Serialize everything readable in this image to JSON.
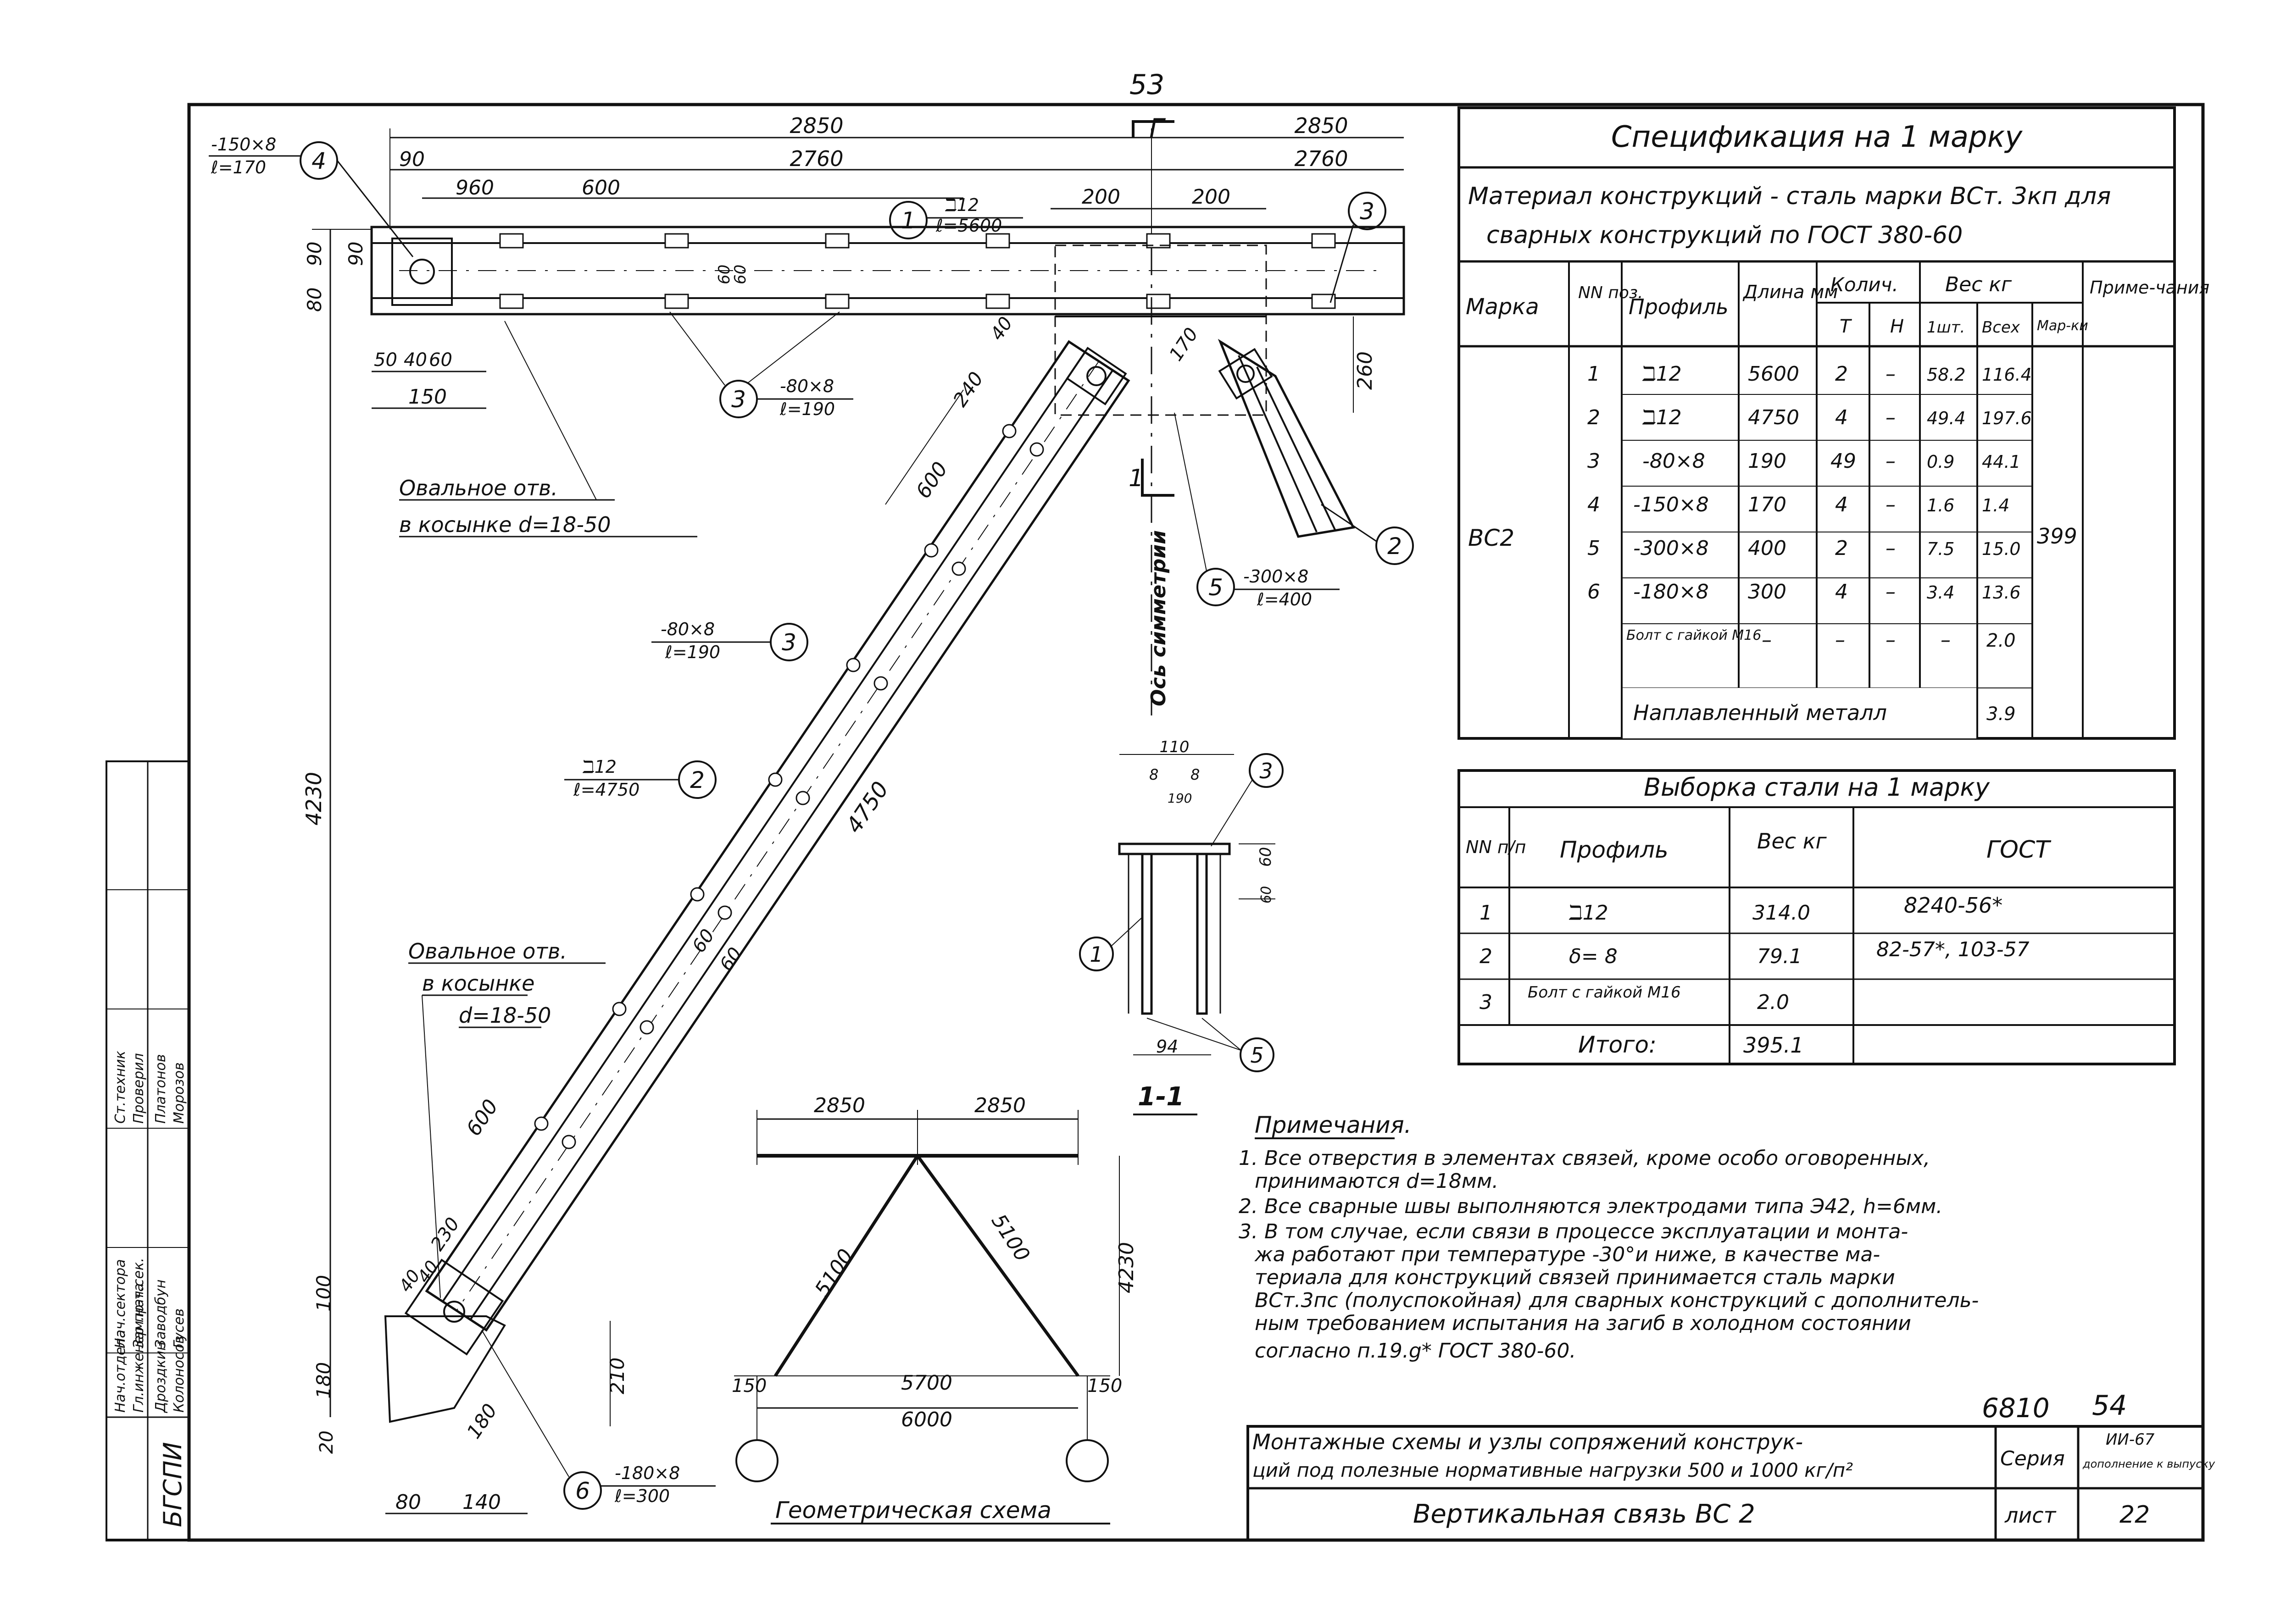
{
  "page_number": "53",
  "top_dims": {
    "left_total": "2850",
    "right_total": "2850",
    "left_inner": "2760",
    "right_inner": "2760",
    "d90": "90",
    "d960": "960",
    "d600": "600",
    "d200a": "200",
    "d200b": "200"
  },
  "section_mark": "Г",
  "vertical_dims": {
    "d80": "80",
    "d90a": "90",
    "d90b": "90",
    "d4230": "4230",
    "d260": "260",
    "d100": "100",
    "d180": "180",
    "d20": "20",
    "d210": "210",
    "d80b": "80",
    "d140": "140",
    "d180b": "180"
  },
  "gusset_dims": {
    "d50": "50",
    "d40": "40",
    "d60": "60",
    "d150": "150",
    "d240": "240",
    "d40b": "40",
    "d170": "170",
    "d60a": "60",
    "d60b": "60",
    "d600a": "600",
    "d600b": "600",
    "d4750": "4750",
    "d230": "230",
    "d40c": "40",
    "d40d": "40"
  },
  "callouts": {
    "c4": {
      "num": "4",
      "size": "-150×8",
      "len": "ℓ=170"
    },
    "c1": {
      "num": "1",
      "size": "ℶ12",
      "len": "ℓ=5600"
    },
    "c3a": {
      "num": "3"
    },
    "c3b": {
      "num": "3",
      "size": "-80×8",
      "len": "ℓ=190"
    },
    "c3c": {
      "num": "3",
      "size": "-80×8",
      "len": "ℓ=190"
    },
    "c2a": {
      "num": "2"
    },
    "c2b": {
      "num": "2",
      "size": "ℶ12",
      "len": "ℓ=4750"
    },
    "c5": {
      "num": "5",
      "size": "-300×8",
      "len": "ℓ=400"
    },
    "c6": {
      "num": "6",
      "size": "-180×8",
      "len": "ℓ=300"
    }
  },
  "oval_note_1": {
    "line1": "Овальное отв.",
    "line2": "в косынке d=18-50"
  },
  "oval_note_2": {
    "line1": "Овальное отв.",
    "line2": "в косынке",
    "line3": "d=18-50"
  },
  "symmetry_axis": "Ось симметрии",
  "section_detail": {
    "d110": "110",
    "d8a": "8",
    "d8b": "8",
    "d190": "190",
    "d60": "60",
    "d60b": "60",
    "d94": "94",
    "c1": "1",
    "c3": "3",
    "c5": "5",
    "title": "1-1",
    "cut_label": "1"
  },
  "geometric_scheme": {
    "title": "Геометрическая схема",
    "top_left": "2850",
    "top_right": "2850",
    "height": "4230",
    "left_diag": "5100",
    "right_diag": "5100",
    "left_off": "150",
    "right_off": "150",
    "inner_span": "5700",
    "total_span": "6000"
  },
  "spec_table": {
    "title": "Спецификация на 1 марку",
    "material_line1": "Материал конструкций - сталь марки ВСт. 3кп для",
    "material_line2": "сварных конструкций по ГОСТ 380-60",
    "headers": {
      "mark": "Марка",
      "pos": "NN поз.",
      "profile": "Профиль",
      "length": "Длина мм",
      "qty": "Колич.",
      "qty_t": "Т",
      "qty_n": "Н",
      "weight": "Вес кг",
      "w_one": "1шт.",
      "w_all": "Всех",
      "w_mark": "Мар-ки",
      "notes": "Приме-чания"
    },
    "mark_value": "ВС2",
    "mark_total": "399",
    "rows": [
      {
        "pos": "1",
        "profile": "ℶ12",
        "length": "5600",
        "t": "2",
        "n": "–",
        "w1": "58.2",
        "wall": "116.4"
      },
      {
        "pos": "2",
        "profile": "ℶ12",
        "length": "4750",
        "t": "4",
        "n": "–",
        "w1": "49.4",
        "wall": "197.6"
      },
      {
        "pos": "3",
        "profile": "-80×8",
        "length": "190",
        "t": "49",
        "n": "–",
        "w1": "0.9",
        "wall": "44.1"
      },
      {
        "pos": "4",
        "profile": "-150×8",
        "length": "170",
        "t": "4",
        "n": "–",
        "w1": "1.6",
        "wall": "1.4"
      },
      {
        "pos": "5",
        "profile": "-300×8",
        "length": "400",
        "t": "2",
        "n": "–",
        "w1": "7.5",
        "wall": "15.0"
      },
      {
        "pos": "6",
        "profile": "-180×8",
        "length": "300",
        "t": "4",
        "n": "–",
        "w1": "3.4",
        "wall": "13.6"
      },
      {
        "pos": "",
        "profile": "Болт с гайкой М16",
        "length": "–",
        "t": "–",
        "n": "–",
        "w1": "–",
        "wall": "2.0"
      },
      {
        "pos": "",
        "profile": "",
        "length": "",
        "t": "",
        "n": "",
        "w1": "",
        "wall": ""
      }
    ],
    "weld_label": "Наплавленный металл",
    "weld_value": "3.9"
  },
  "steel_table": {
    "title": "Выборка стали на 1 марку",
    "headers": {
      "nn": "NN п/п",
      "profile": "Профиль",
      "weight": "Вес кг",
      "gost": "ГОСТ"
    },
    "rows": [
      {
        "nn": "1",
        "profile": "ℶ12",
        "weight": "314.0",
        "gost": "8240-56*"
      },
      {
        "nn": "2",
        "profile": "δ= 8",
        "weight": "79.1",
        "gost": "82-57*, 103-57"
      },
      {
        "nn": "3",
        "profile": "Болт с гайкой М16",
        "weight": "2.0",
        "gost": ""
      }
    ],
    "total_label": "Итого:",
    "total_value": "395.1"
  },
  "notes": {
    "title": "Примечания.",
    "lines": [
      "1. Все отверстия в элементах связей, кроме особо оговоренных,",
      "принимаются d=18мм.",
      "2. Все сварные швы выполняются электродами типа Э42, h=6мм.",
      "3. В том случае, если связи в процессе эксплуатации и монта-",
      "жа работают при температуре -30°и ниже, в качестве ма-",
      "териала для конструкций связей принимается сталь марки",
      "ВСт.3пс (полуспокойная) для сварных конструкций с дополнитель-",
      "ным требованием испытания на загиб в холодном состоянии",
      "согласно п.19.g* ГОСТ 380-60."
    ]
  },
  "title_block": {
    "sheet_code": "6810",
    "sheet_code2": "54",
    "main_line1": "Монтажные схемы и узлы сопряжений конструк-",
    "main_line2": "ций под полезные нормативные нагрузки 500 и 1000 кг/п²",
    "series_label": "Серия",
    "series_value1": "ИИ-67",
    "series_value2": "дополнение к выпуску",
    "drawing_title": "Вертикальная связь ВС 2",
    "sheet_label": "лист",
    "sheet_value": "22"
  },
  "side_stamp": {
    "org": "БГСПИ",
    "roles": [
      "Нач.отдела",
      "Гл.инженер пр-та",
      "Нач.сектора",
      "Зам.нач.сек.",
      "Ст.техник",
      "Проверил"
    ],
    "names": [
      "Дроздкин",
      "Колоносов",
      "Заводбун",
      "Гусев",
      "Платонов",
      "Морозов"
    ]
  }
}
